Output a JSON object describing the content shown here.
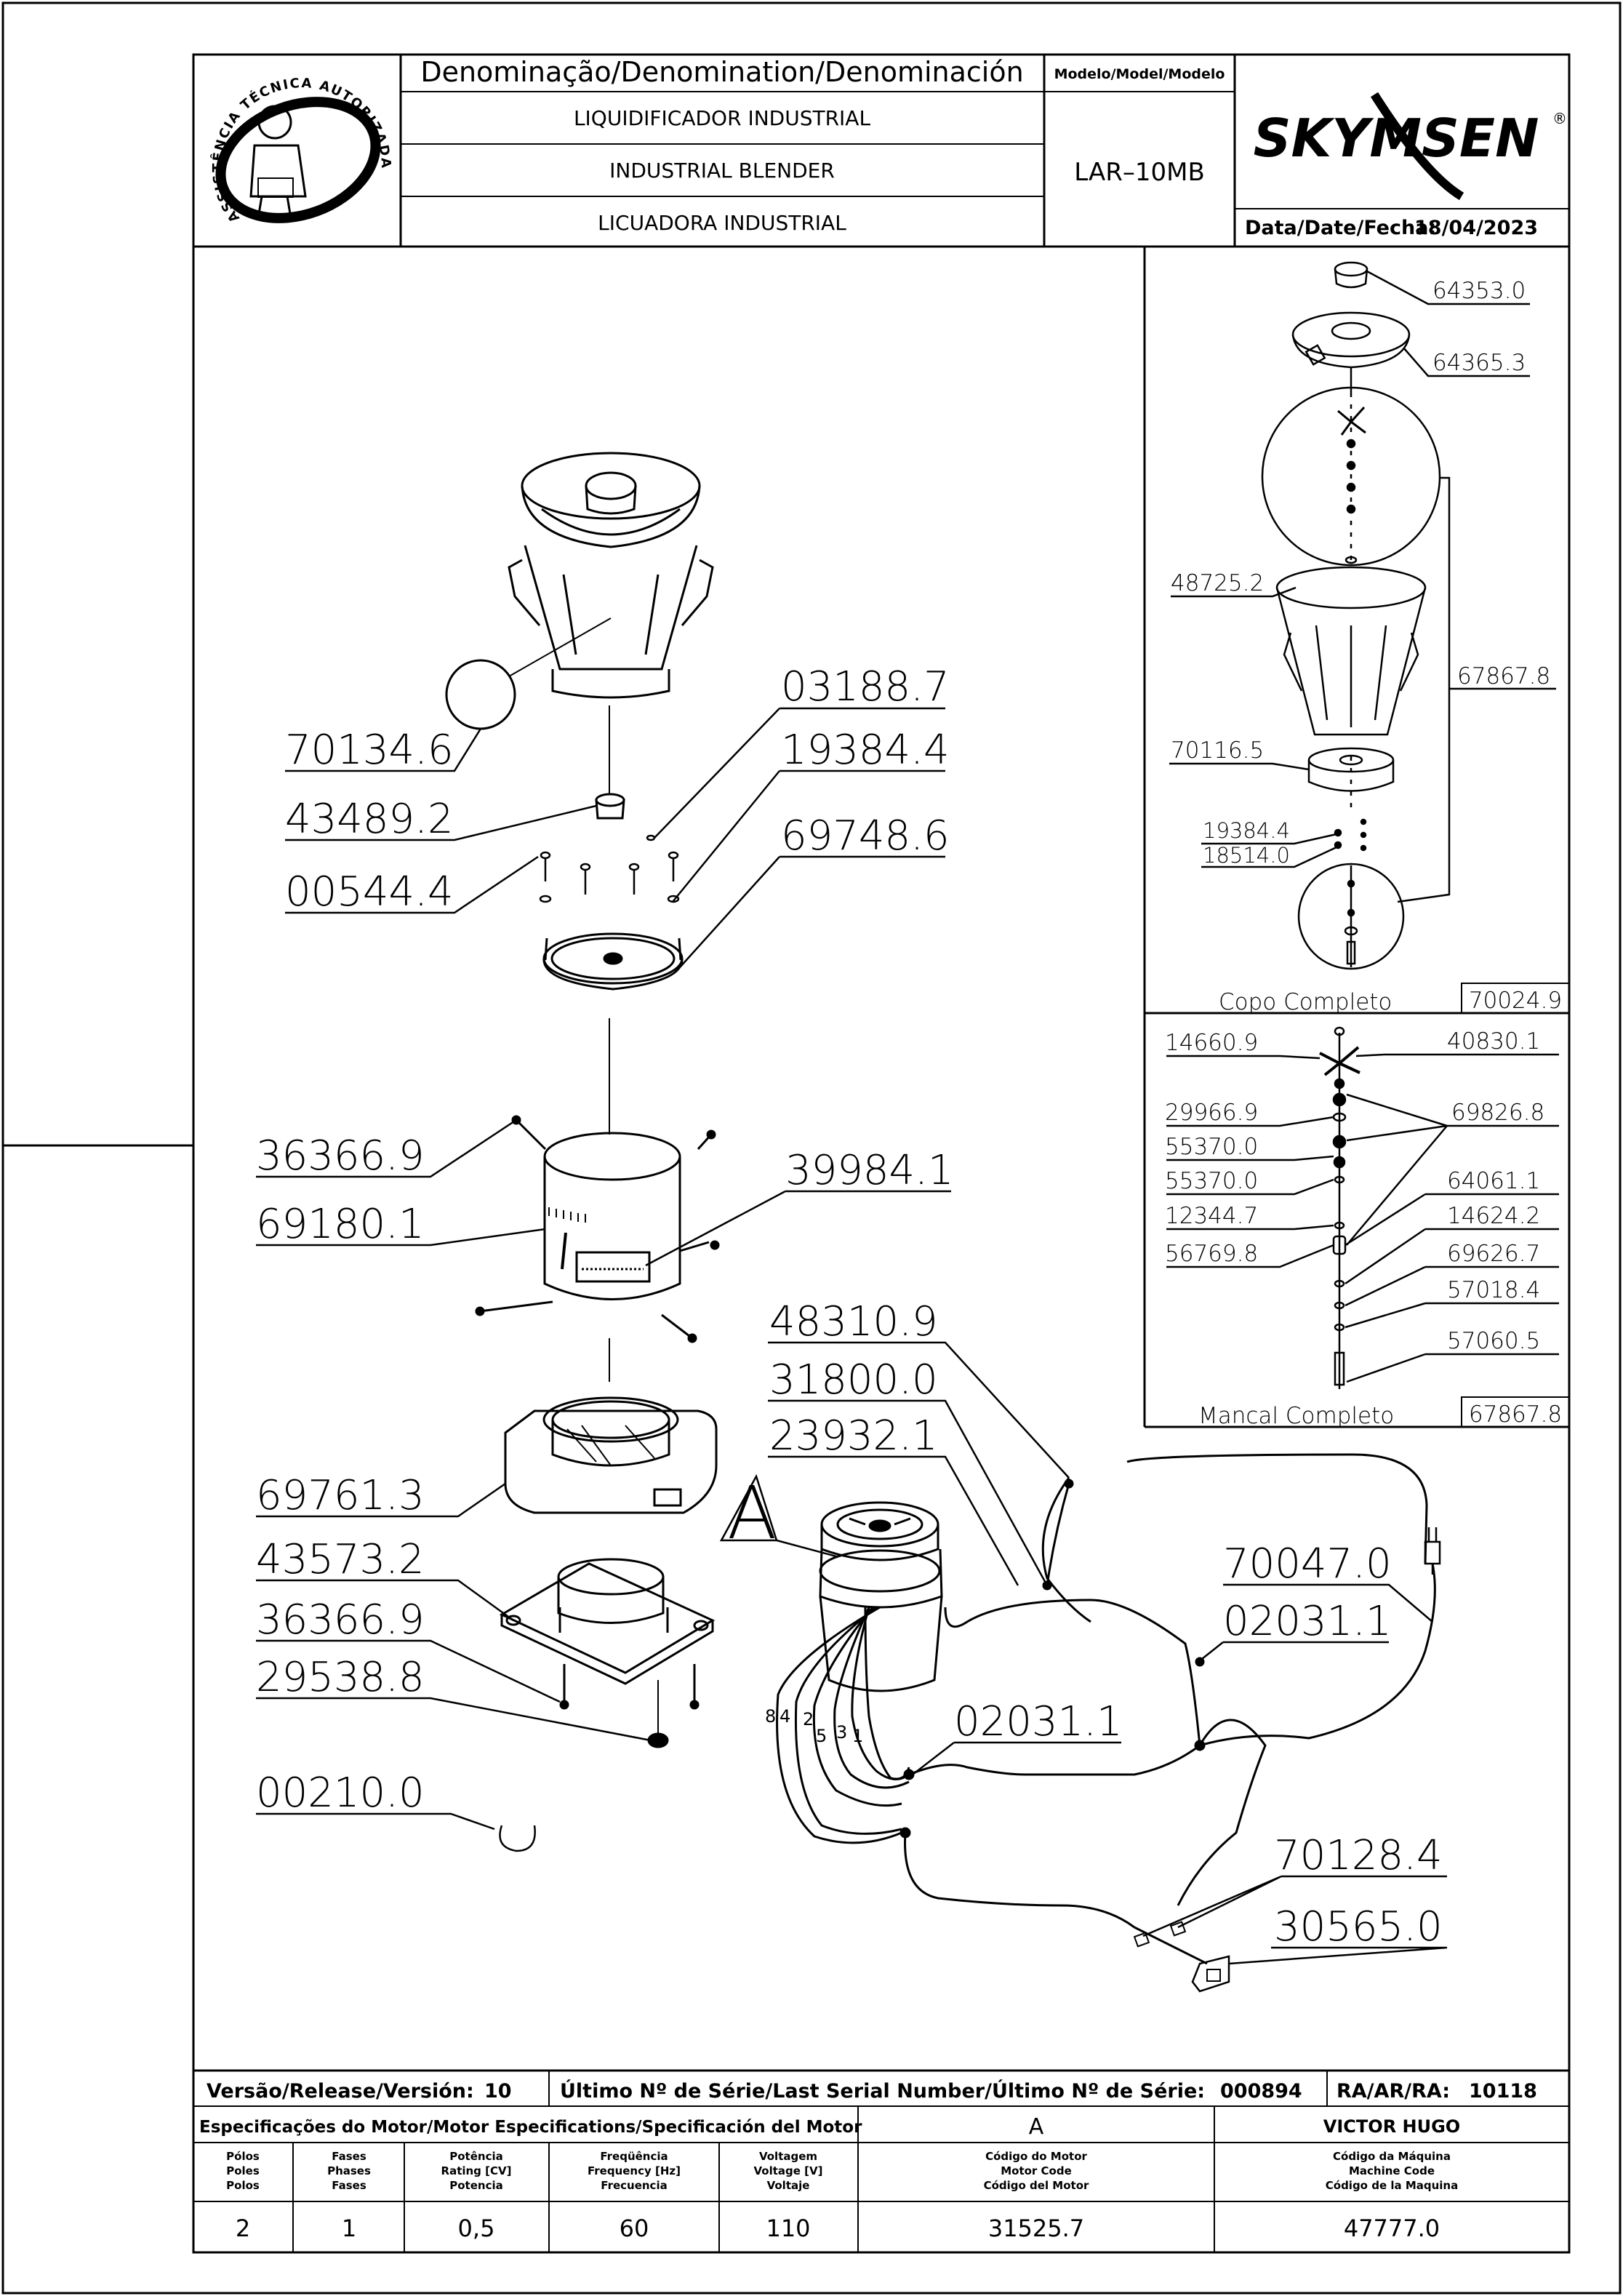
{
  "header": {
    "denomination_title": "Denominação/Denomination/Denominación",
    "model_title": "Modelo/Model/Modelo",
    "name_pt": "LIQUIDIFICADOR  INDUSTRIAL",
    "name_en": "INDUSTRIAL  BLENDER",
    "name_es": "LICUADORA  INDUSTRIAL",
    "model": "LAR–10MB",
    "brand": "SKYMSEN",
    "brand_mark": "®",
    "date_label": "Data/Date/Fecha:",
    "date": "18/04/2023",
    "seal_text": "ASSISTÊNCIA TÉCNICA AUTORIZADA"
  },
  "parts": {
    "p70134_6": "70134.6",
    "p43489_2": "43489.2",
    "p00544_4": "00544.4",
    "p03188_7": "03188.7",
    "p19384_4": "19384.4",
    "p69748_6": "69748.6",
    "p36366_9a": "36366.9",
    "p69180_1": "69180.1",
    "p39984_1": "39984.1",
    "p69761_3": "69761.3",
    "p43573_2": "43573.2",
    "p36366_9b": "36366.9",
    "p29538_8": "29538.8",
    "p00210_0": "00210.0",
    "p48310_9": "48310.9",
    "p31800_0": "31800.0",
    "p23932_1": "23932.1",
    "p70047_0": "70047.0",
    "p02031_1a": "02031.1",
    "p02031_1b": "02031.1",
    "p70128_4": "70128.4",
    "p30565_0": "30565.0",
    "detail_a": "A",
    "wires": [
      "8",
      "4",
      "2",
      "5",
      "3",
      "1"
    ]
  },
  "copo_panel": {
    "p64353_0": "64353.0",
    "p64365_3": "64365.3",
    "p48725_2": "48725.2",
    "p67867_8": "67867.8",
    "p70116_5": "70116.5",
    "p19384_4": "19384.4",
    "p18514_0": "18514.0",
    "caption": "Copo  Completo",
    "code": "70024.9"
  },
  "mancal_panel": {
    "p14660_9": "14660.9",
    "p40830_1": "40830.1",
    "p29966_9": "29966.9",
    "p69826_8": "69826.8",
    "p55370_0a": "55370.0",
    "p55370_0b": "55370.0",
    "p64061_1": "64061.1",
    "p12344_7": "12344.7",
    "p14624_2": "14624.2",
    "p56769_8": "56769.8",
    "p69626_7": "69626.7",
    "p57018_4": "57018.4",
    "p57060_5": "57060.5",
    "caption": "Mancal  Completo",
    "code": "67867.8"
  },
  "footer": {
    "release_label": "Versão/Release/Versión:",
    "release": "10",
    "serial_label": "Último  Nº  de  Série/Last  Serial  Number/Último  Nº  de  Série:",
    "serial": "000894",
    "ra_label": "RA/AR/RA:",
    "ra": "10118",
    "motor_spec_label": "Especificações  do  Motor/Motor  Especifications/Specificación  del  Motor",
    "motor_variant": "A",
    "technician": "VICTOR  HUGO",
    "poles_h": [
      "Pólos",
      "Poles",
      "Polos"
    ],
    "phases_h": [
      "Fases",
      "Phases",
      "Fases"
    ],
    "power_h": [
      "Potência",
      "Rating [CV]",
      "Potencia"
    ],
    "freq_h": [
      "Freqüência",
      "Frequency [Hz]",
      "Frecuencia"
    ],
    "volt_h": [
      "Voltagem",
      "Voltage [V]",
      "Voltaje"
    ],
    "motor_code_h": [
      "Código do Motor",
      "Motor Code",
      "Código del Motor"
    ],
    "machine_code_h": [
      "Código da Máquina",
      "Machine Code",
      "Código de la Maquina"
    ],
    "poles": "2",
    "phases": "1",
    "power": "0,5",
    "frequency": "60",
    "voltage": "110",
    "motor_code": "31525.7",
    "machine_code": "47777.0"
  }
}
